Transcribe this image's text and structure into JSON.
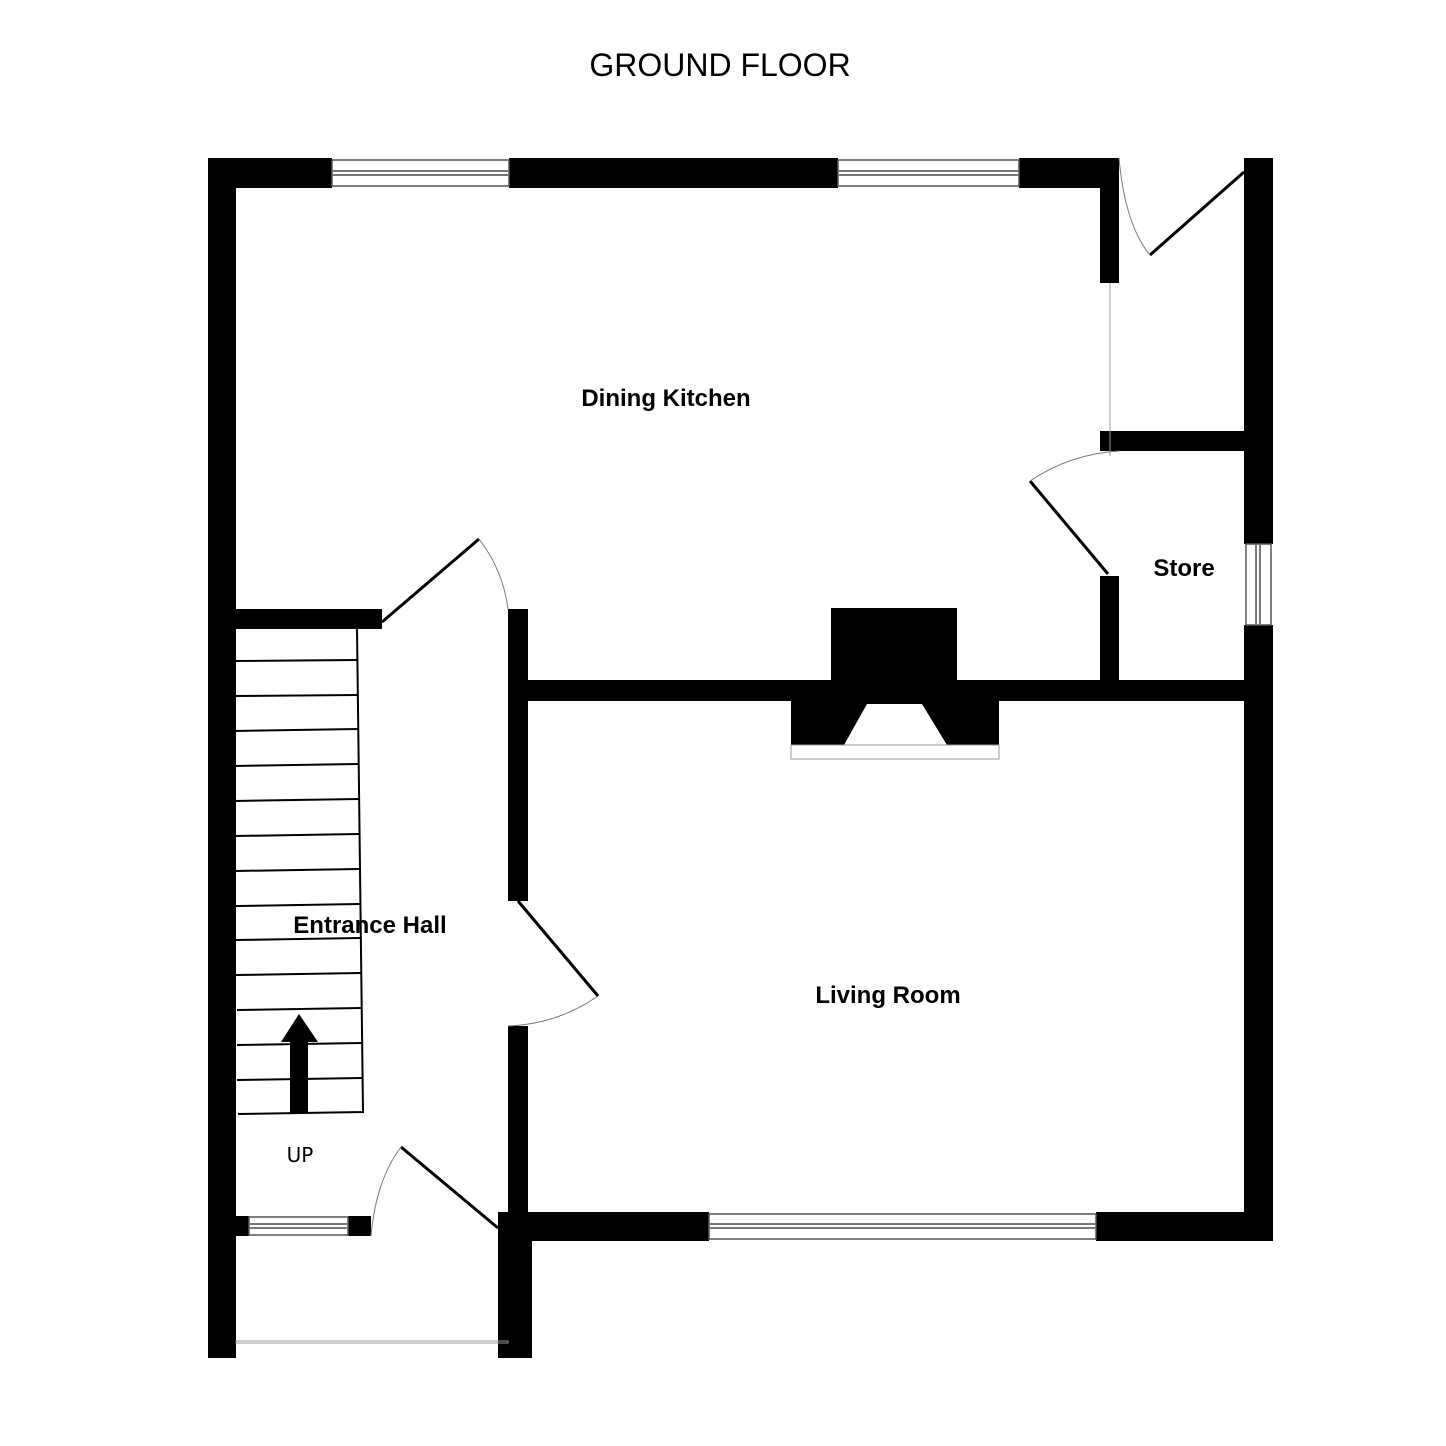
{
  "plan": {
    "title": "GROUND FLOOR",
    "rooms": {
      "dining_kitchen": "Dining Kitchen",
      "store": "Store",
      "entrance_hall": "Entrance Hall",
      "living_room": "Living Room"
    },
    "stairs": {
      "direction_label": "UP",
      "direction_icon": "arrow-up-icon"
    }
  }
}
